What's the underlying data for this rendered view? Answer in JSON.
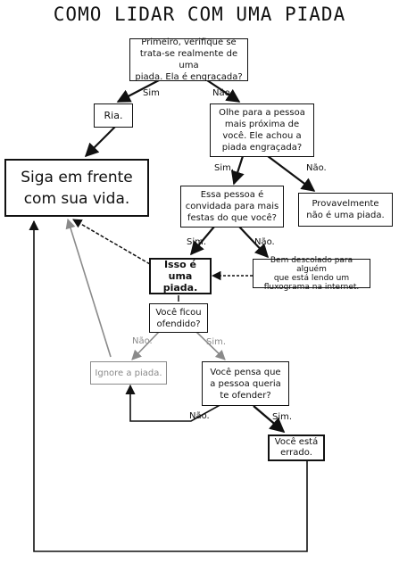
{
  "title": "COMO LIDAR COM UMA PIADA",
  "nodes": {
    "start": "Primeiro, verifique se\ntrata-se realmente de uma\npiada. Ela é engraçada?",
    "ria": "Ria.",
    "siga": "Siga em frente\ncom sua vida.",
    "olhe": "Olhe para a pessoa\nmais próxima de\nvocê. Ele achou a\npiada engraçada?",
    "festas": "Essa pessoa é\nconvidada para mais\nfestas do que você?",
    "provavelmente": "Provavelmente\nnão é uma piada.",
    "isso": "Isso é uma\npiada.",
    "descolado": "Bem descolado para alguém\nque está lendo um\nfluxograma na internet.",
    "ofendido": "Você ficou\nofendido?",
    "ignore": "Ignore a piada.",
    "pensa": "Você pensa que\na pessoa queria\nte ofender?",
    "errado": "Você está\nerrado."
  },
  "edge_labels": {
    "start_sim": "Sim",
    "start_nao": "Não",
    "olhe_sim": "Sim.",
    "olhe_nao": "Não.",
    "festas_sim": "Sim.",
    "festas_nao": "Não.",
    "ofendido_nao": "Não.",
    "ofendido_sim": "Sim.",
    "pensa_nao": "Não.",
    "pensa_sim": "Sim."
  },
  "colors": {
    "ink": "#111111",
    "faded": "#8a8a8a"
  }
}
